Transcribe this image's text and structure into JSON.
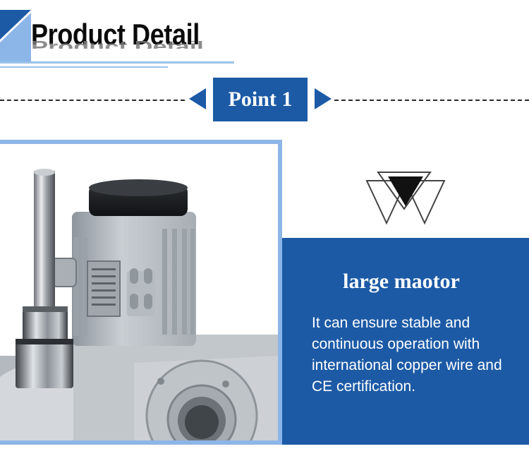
{
  "header": {
    "title": "Product Detail",
    "title_reflection": "Product Detail"
  },
  "point": {
    "label": "Point 1"
  },
  "info": {
    "title": "large maotor",
    "body": "It can ensure stable and continuous operation with international copper wire and CE certification."
  },
  "colors": {
    "brand_blue": "#1c5aa6",
    "light_blue": "#8db6e8",
    "text_white": "#ffffff",
    "text_dark": "#0b0b0b"
  },
  "icons": {
    "header_corner": "corner-triangle-icon",
    "point_prev": "triangle-left-icon",
    "point_next": "triangle-right-icon",
    "brand_logo": "triangle-logo-icon"
  }
}
